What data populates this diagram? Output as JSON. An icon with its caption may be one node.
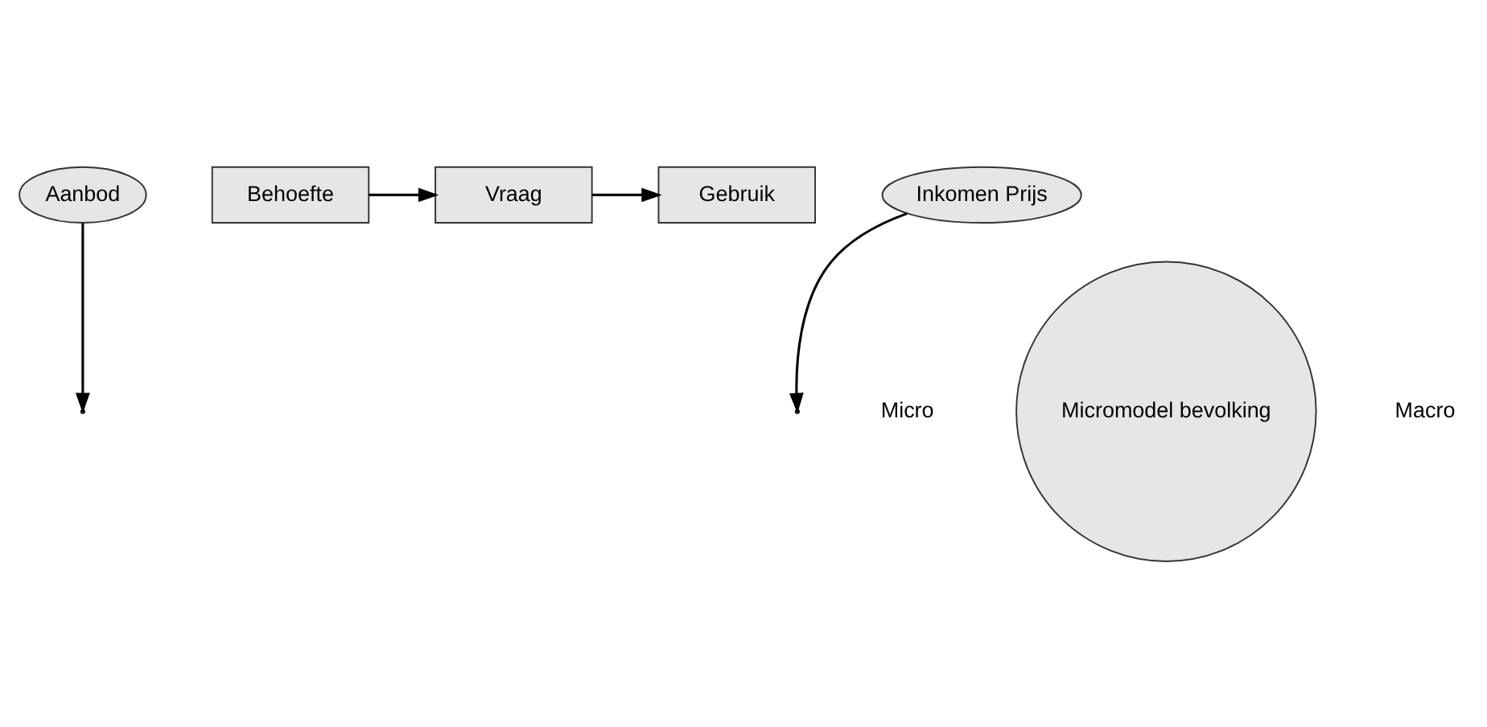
{
  "diagram": {
    "nodes": [
      {
        "text": [
          "Aanbod"
        ]
      },
      {
        "text": [
          "Behoefte"
        ]
      },
      {
        "text": [
          "Vraag"
        ]
      },
      {
        "text": [
          "Gebruik"
        ]
      },
      {
        "text": [
          "Inkomen Prijs"
        ]
      },
      {
        "text": [
          "Micromodel bevolking"
        ]
      }
    ],
    "edges": [
      {
        "from": 1,
        "to": 2,
        "arrow": "to"
      },
      {
        "from": 2,
        "to": 3,
        "arrow": "to"
      },
      {
        "from": 4,
        "to": null,
        "arrow": "to"
      },
      {
        "from": 0,
        "to": null,
        "arrow": "to"
      }
    ],
    "labels": [
      "Micro",
      "Macro"
    ]
  }
}
